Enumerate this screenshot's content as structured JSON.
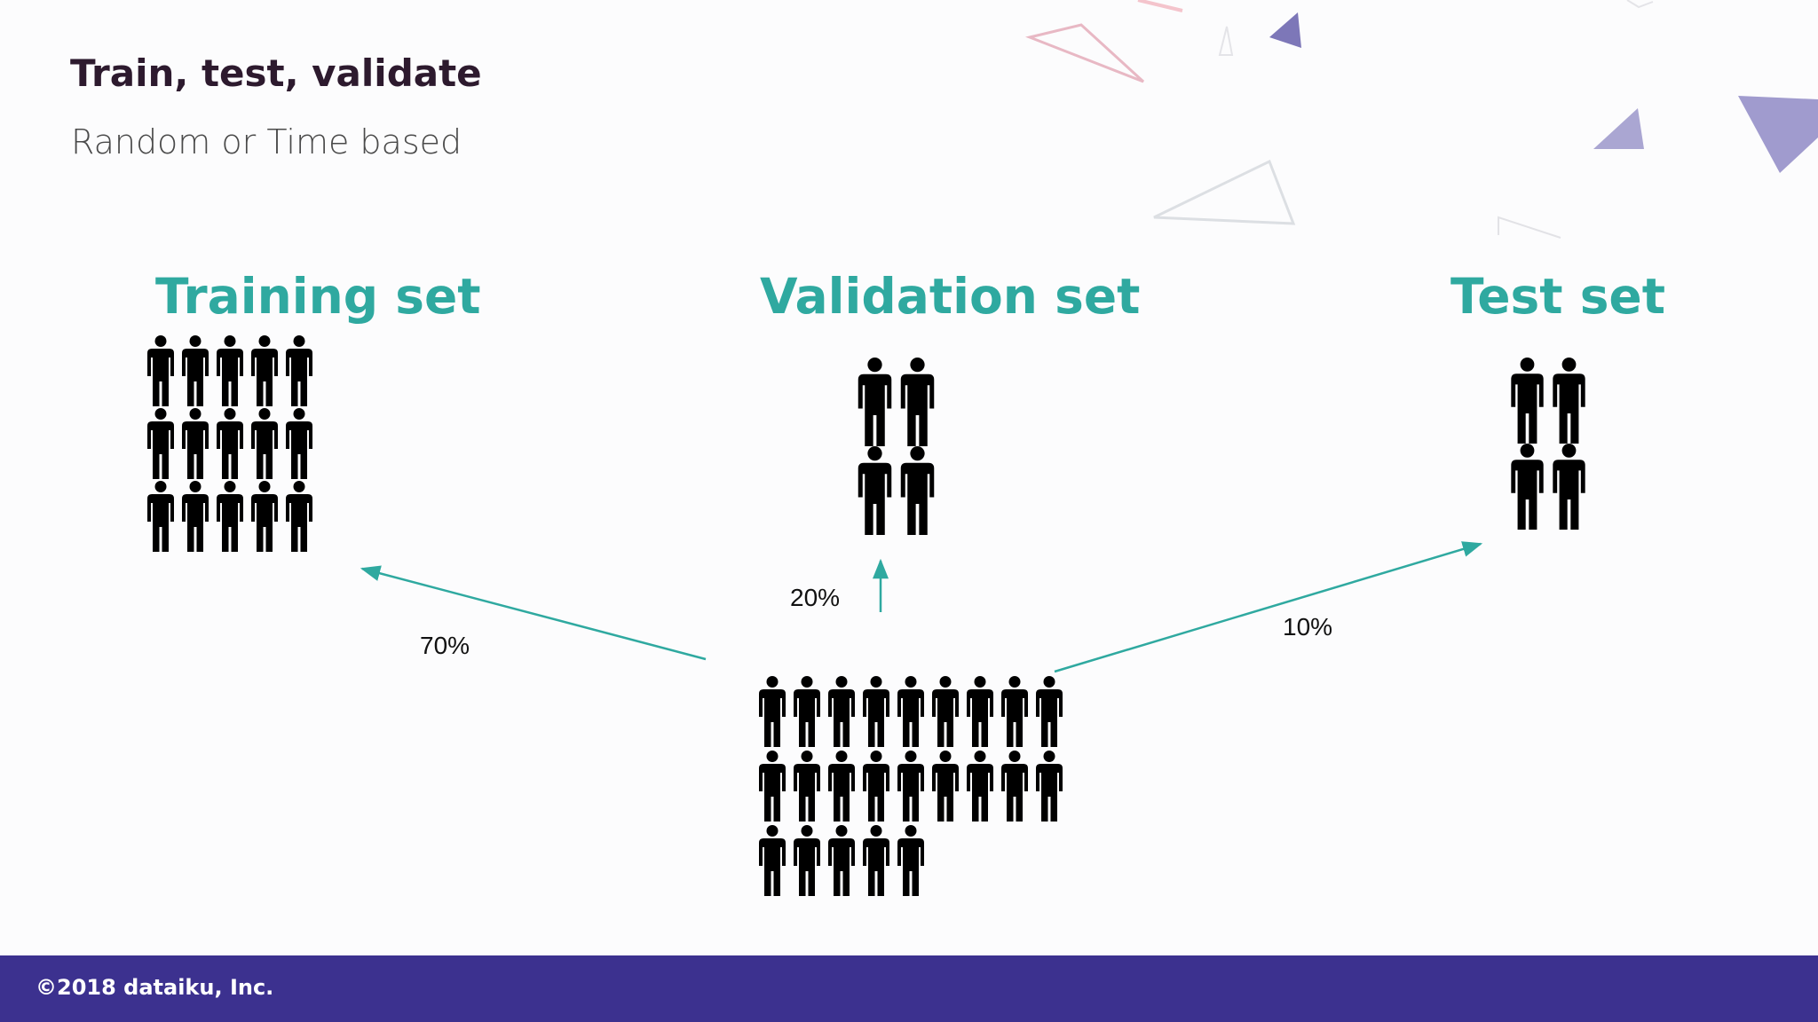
{
  "slide": {
    "title": "Train, test, validate",
    "subtitle": "Random or Time based"
  },
  "sets": {
    "training": {
      "label": "Training set",
      "people": 15
    },
    "validation": {
      "label": "Validation set",
      "people": 4
    },
    "test": {
      "label": "Test set",
      "people": 4
    }
  },
  "population": {
    "people": 23
  },
  "splits": {
    "training": "70%",
    "validation": "20%",
    "test": "10%"
  },
  "colors": {
    "accent": "#2fa9a0",
    "footer": "#3c318f",
    "icon": "#000000"
  },
  "footer": {
    "copyright": "©2018 dataiku, Inc."
  }
}
